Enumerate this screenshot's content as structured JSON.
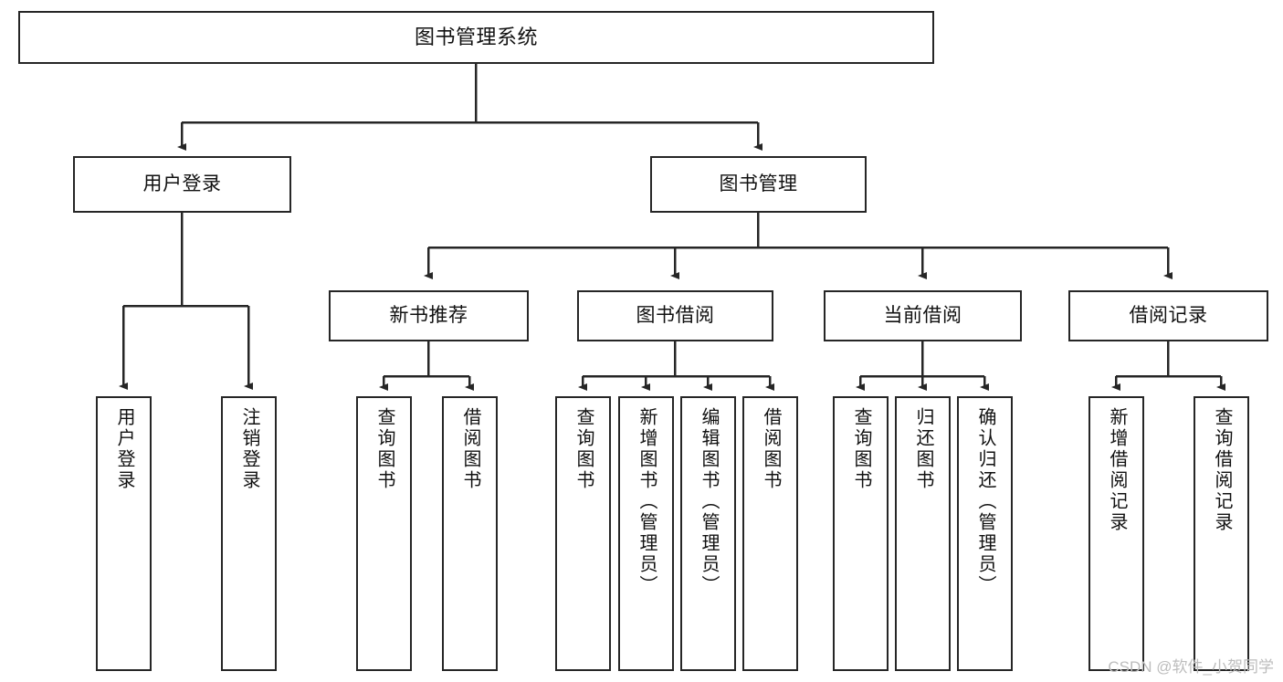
{
  "diagram": {
    "type": "tree",
    "title": "图书管理系统",
    "root": {
      "label": "图书管理系统"
    },
    "level2": [
      {
        "label": "用户登录"
      },
      {
        "label": "图书管理"
      }
    ],
    "level3": [
      {
        "label": "新书推荐"
      },
      {
        "label": "图书借阅"
      },
      {
        "label": "当前借阅"
      },
      {
        "label": "借阅记录"
      }
    ],
    "leaves": {
      "user_login": [
        {
          "label": "用户登录"
        },
        {
          "label": "注销登录"
        }
      ],
      "new_book_recommend": [
        {
          "label": "查询图书"
        },
        {
          "label": "借阅图书"
        }
      ],
      "book_borrow": [
        {
          "label": "查询图书"
        },
        {
          "label": "新增图书（管理员）"
        },
        {
          "label": "编辑图书（管理员）"
        },
        {
          "label": "借阅图书"
        }
      ],
      "current_borrow": [
        {
          "label": "查询图书"
        },
        {
          "label": "归还图书"
        },
        {
          "label": "确认归还（管理员）"
        }
      ],
      "borrow_record": [
        {
          "label": "新增借阅记录"
        },
        {
          "label": "查询借阅记录"
        }
      ]
    }
  },
  "watermark": {
    "text": "CSDN @软件_小贺同学"
  },
  "colors": {
    "stroke": "#262626",
    "fill": "#ffffff",
    "text": "#111111",
    "watermark": "#bdbdbd"
  }
}
